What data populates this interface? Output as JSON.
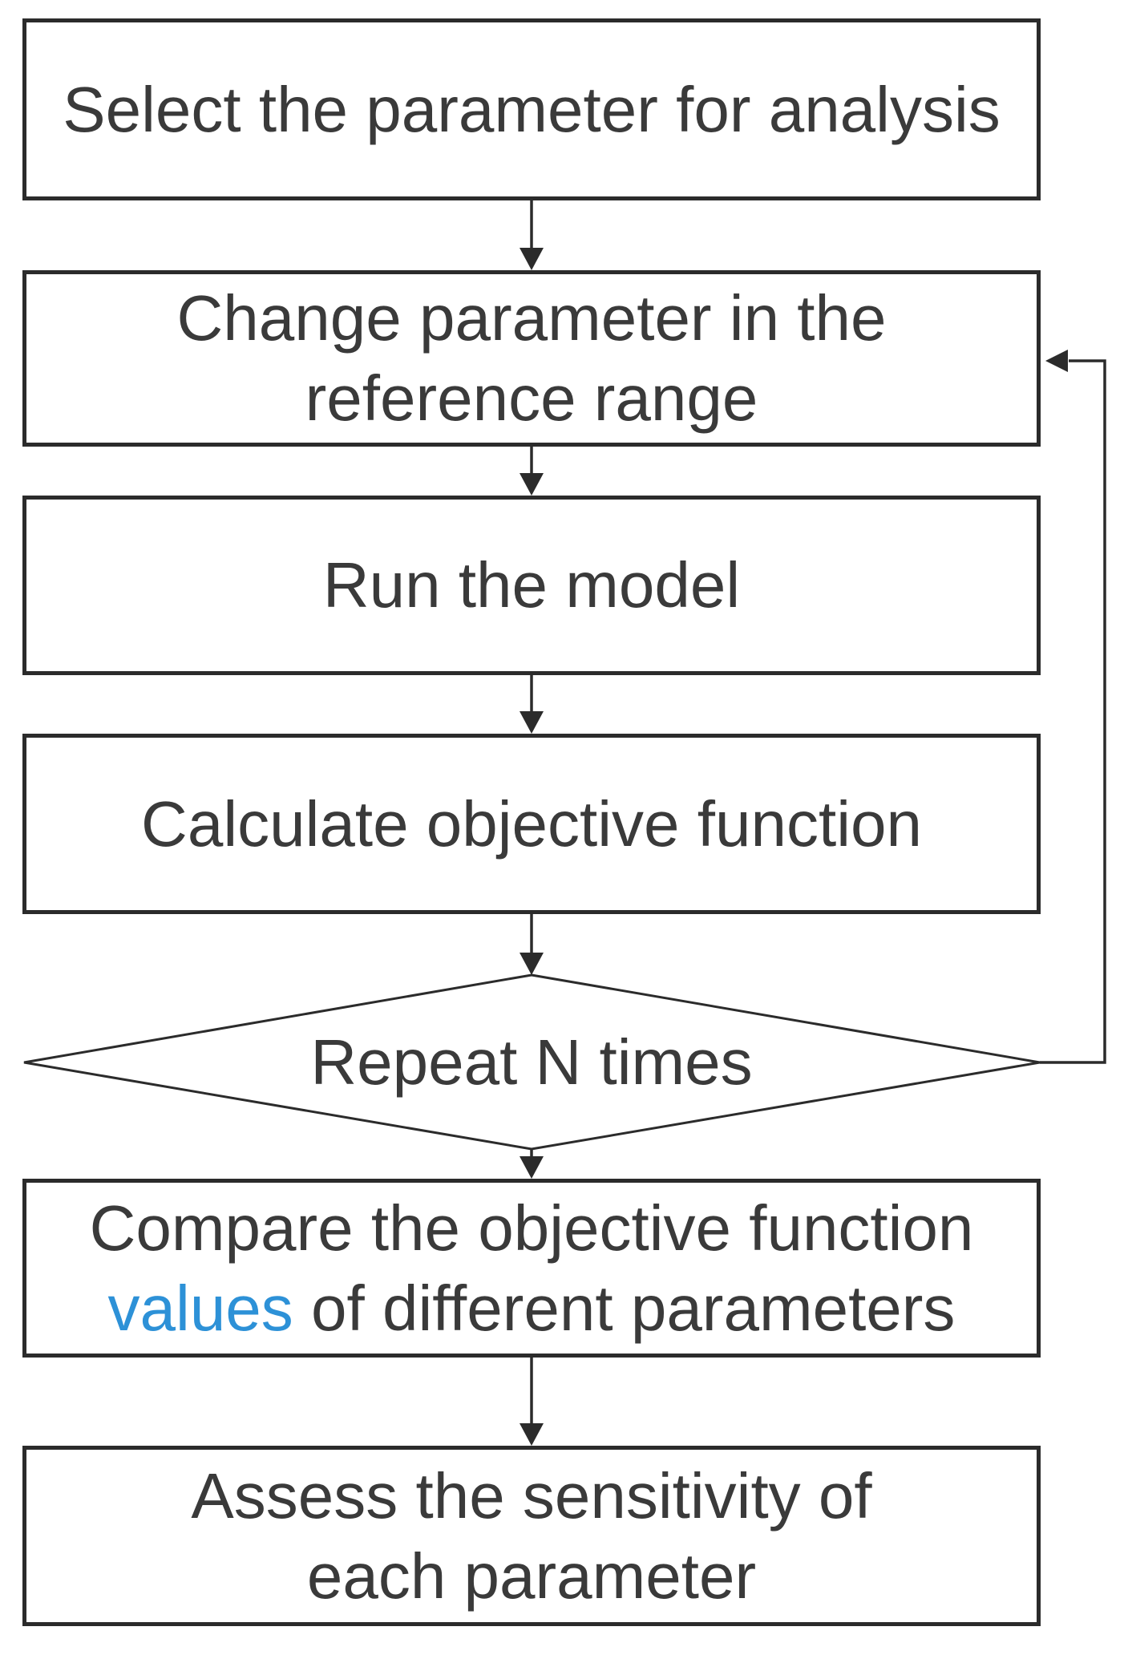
{
  "diagram": {
    "steps": {
      "select": {
        "label": "Select the parameter for analysis"
      },
      "change": {
        "label": "Change parameter in the reference range"
      },
      "run": {
        "label": "Run the model"
      },
      "calculate": {
        "label": "Calculate objective function"
      },
      "repeat": {
        "label": "Repeat N times"
      },
      "compare": {
        "label_part1": "Compare the objective function",
        "label_highlight": "values",
        "label_part2": "of different parameters"
      },
      "assess": {
        "label": "Assess the sensitivity of each parameter"
      }
    },
    "colors": {
      "line": "#2b2b2b",
      "text": "#3a3a3a",
      "highlight_text": "#2d91d7",
      "background": "#ffffff"
    }
  }
}
